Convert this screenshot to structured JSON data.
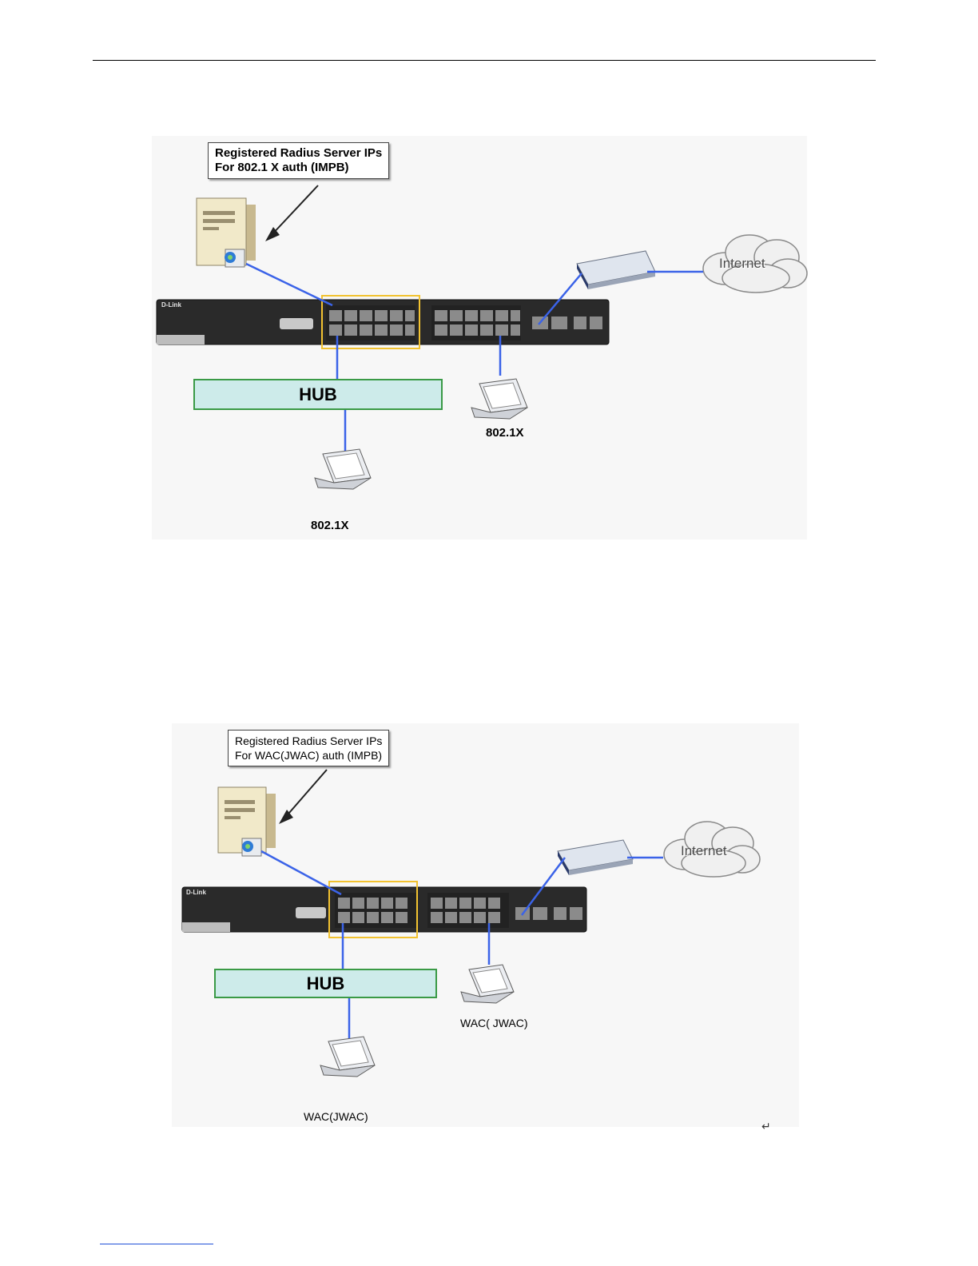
{
  "diagram_top": {
    "callout_lines": [
      "Registered Radius Server IPs",
      "For 802.1 X auth (IMPB)"
    ],
    "cloud_label": "Internet",
    "switch_brand": "D-Link",
    "hub_label": "HUB",
    "laptop_right_label": "802.1X",
    "laptop_bottom_label": "802.1X"
  },
  "diagram_bottom": {
    "callout_lines": [
      "Registered Radius Server IPs",
      "For WAC(JWAC) auth (IMPB)"
    ],
    "cloud_label": "Internet",
    "switch_brand": "D-Link",
    "hub_label": "HUB",
    "laptop_right_label": "WAC( JWAC)",
    "laptop_bottom_label": "WAC(JWAC)"
  },
  "return_mark": "↵",
  "colors": {
    "link": "#3b63e8",
    "highlight": "#f2c230",
    "hub_fill": "#cdebea",
    "hub_border": "#3a9a46"
  }
}
